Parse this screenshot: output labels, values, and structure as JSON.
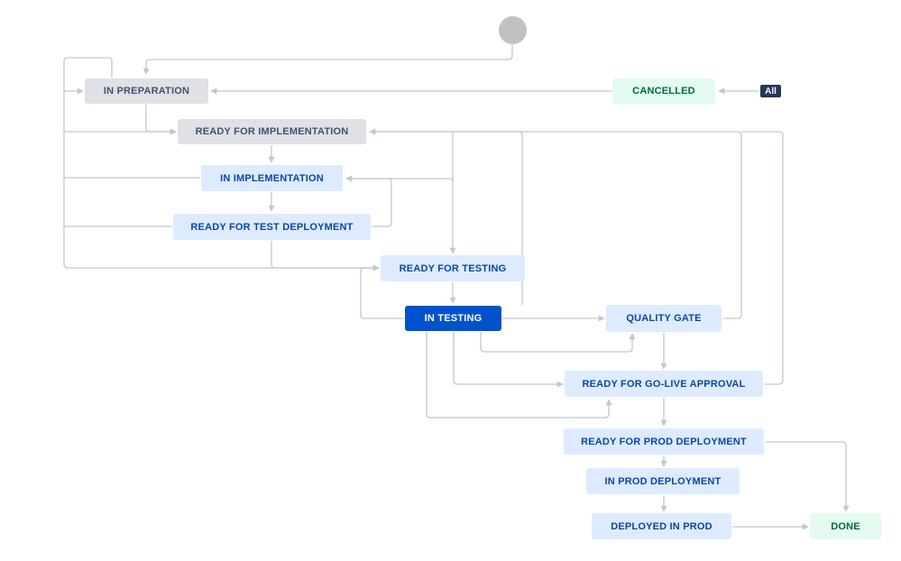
{
  "statuses": {
    "in_preparation": "IN PREPARATION",
    "cancelled": "CANCELLED",
    "ready_for_implementation": "READY FOR IMPLEMENTATION",
    "in_implementation": "IN IMPLEMENTATION",
    "ready_for_test_deployment": "READY FOR TEST DEPLOYMENT",
    "ready_for_testing": "READY FOR TESTING",
    "in_testing": "IN TESTING",
    "quality_gate": "QUALITY GATE",
    "ready_for_go_live_approval": "READY FOR GO-LIVE APPROVAL",
    "ready_for_prod_deployment": "READY FOR PROD DEPLOYMENT",
    "in_prod_deployment": "IN PROD DEPLOYMENT",
    "deployed_in_prod": "DEPLOYED IN PROD",
    "done": "DONE"
  },
  "all_badge": "All",
  "current_status": "IN TESTING",
  "colors": {
    "todo_bg": "#dfe1e6",
    "inprogress_bg": "#deebff",
    "done_bg": "#e3fcef",
    "current_bg": "#0052cc",
    "connector": "#c1c7d0"
  }
}
